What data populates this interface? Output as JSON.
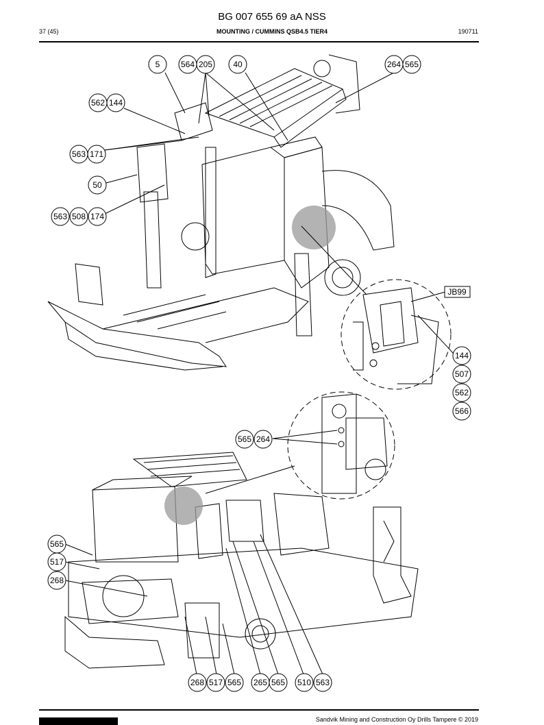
{
  "document": {
    "title": "BG 007 655 69 aA NSS",
    "page": "37 (45)",
    "section": "MOUNTING / CUMMINS QSB4.5 TIER4",
    "date": "190711",
    "footer": "Sandvik Mining and Construction Oy Drills Tampere © 2019"
  },
  "drawing_top": {
    "callouts": [
      "5",
      "564",
      "205",
      "40",
      "264",
      "565",
      "562",
      "144",
      "563",
      "171",
      "50",
      "563",
      "508",
      "174"
    ],
    "detail_label": "JB99",
    "detail_callouts": [
      "144",
      "507",
      "562",
      "566"
    ]
  },
  "drawing_bottom": {
    "detail_callouts": [
      "565",
      "264"
    ],
    "left_callouts": [
      "565",
      "517",
      "268"
    ],
    "bottom_callouts": [
      "268",
      "517",
      "565",
      "265",
      "565",
      "510",
      "563"
    ]
  },
  "colors": {
    "ink": "#000000",
    "highlight": "#9a9a9a"
  }
}
